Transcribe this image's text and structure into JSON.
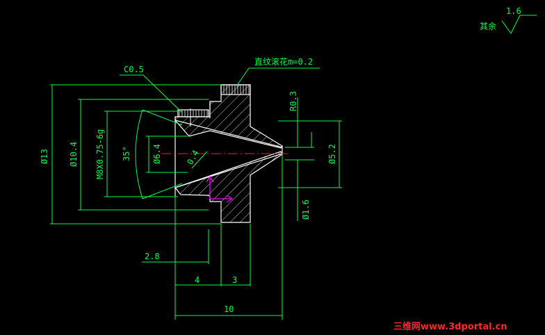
{
  "drawing": {
    "roughness_remainder": {
      "label": "其余",
      "value": "1.6"
    },
    "knurl_note": "直纹滚花m=0.2",
    "chamfer": "C0.5",
    "dims": {
      "dia_13": "Ø13",
      "dia_10_4": "Ø10.4",
      "thread": "M8X0.75-6g",
      "angle_35": "35°",
      "dia_6_4": "Ø6.4",
      "r_0_4": "0.4",
      "r_0_3": "R0.3",
      "dia_5_2": "Ø5.2",
      "dia_1_6": "Ø1.6",
      "len_2_8": "2.8",
      "len_4": "4",
      "len_3": "3",
      "len_10": "10"
    },
    "watermark": "三维网www.3dportal.cn"
  },
  "colors": {
    "background": "#000000",
    "outline": "#ffffff",
    "dimension": "#00ff44",
    "centerline": "#ff2020",
    "ucs": "#ff00ff",
    "watermark": "#ff2a2a"
  }
}
